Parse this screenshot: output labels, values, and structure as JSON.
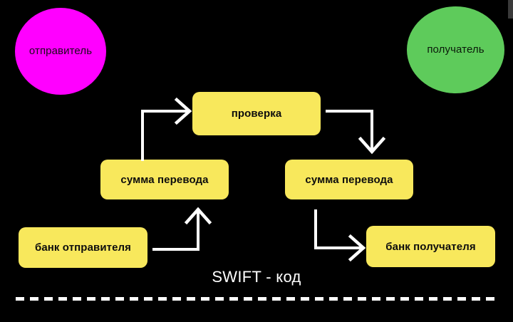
{
  "diagram": {
    "title_caption": "SWIFT - код",
    "background_color": "#000000",
    "actors": [
      {
        "id": "sender",
        "label": "отправитель",
        "shape": "circle",
        "color": "#ff00ff"
      },
      {
        "id": "receiver",
        "label": "получатель",
        "shape": "circle",
        "color": "#5ecb5b"
      }
    ],
    "nodes": [
      {
        "id": "check",
        "label": "проверка",
        "shape": "rounded-rect",
        "color": "#f8e85c"
      },
      {
        "id": "amount_left",
        "label": "сумма перевода",
        "shape": "rounded-rect",
        "color": "#f8e85c"
      },
      {
        "id": "amount_right",
        "label": "сумма перевода",
        "shape": "rounded-rect",
        "color": "#f8e85c"
      },
      {
        "id": "bank_sender",
        "label": "банк отправителя",
        "shape": "rounded-rect",
        "color": "#f8e85c"
      },
      {
        "id": "bank_receiver",
        "label": "банк получателя",
        "shape": "rounded-rect",
        "color": "#f8e85c"
      }
    ],
    "connectors": [
      {
        "id": "bank-sender-to-amount-left",
        "from": "bank_sender",
        "to": "amount_left",
        "style": "elbow-arrow",
        "color": "#ffffff"
      },
      {
        "id": "amount-left-to-check",
        "from": "amount_left",
        "to": "check",
        "style": "elbow-arrow",
        "color": "#ffffff"
      },
      {
        "id": "check-to-amount-right",
        "from": "check",
        "to": "amount_right",
        "style": "elbow-arrow",
        "color": "#ffffff"
      },
      {
        "id": "amount-right-to-bank-receiver",
        "from": "amount_right",
        "to": "bank_receiver",
        "style": "elbow-arrow",
        "color": "#ffffff"
      }
    ],
    "divider": {
      "style": "dashed",
      "color": "#ffffff"
    }
  }
}
